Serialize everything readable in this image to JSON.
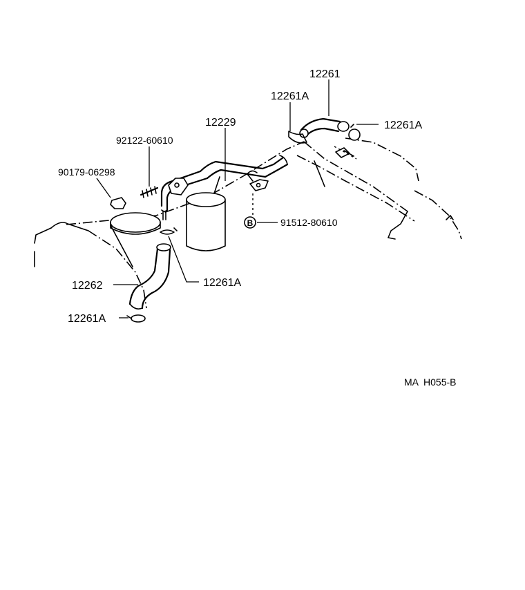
{
  "diagram": {
    "drawing_code": "MA  H055-B",
    "parts": {
      "hose_upper": "12261",
      "clamp_upper_left": "12261A",
      "clamp_upper_right": "12261A",
      "pipe": "12229",
      "stud": "92122-60610",
      "nut": "90179-06298",
      "bolt": "91512-80610",
      "bolt_marker": "B",
      "clamp_middle": "12261A",
      "hose_lower": "12262",
      "clamp_lower": "12261A"
    }
  }
}
